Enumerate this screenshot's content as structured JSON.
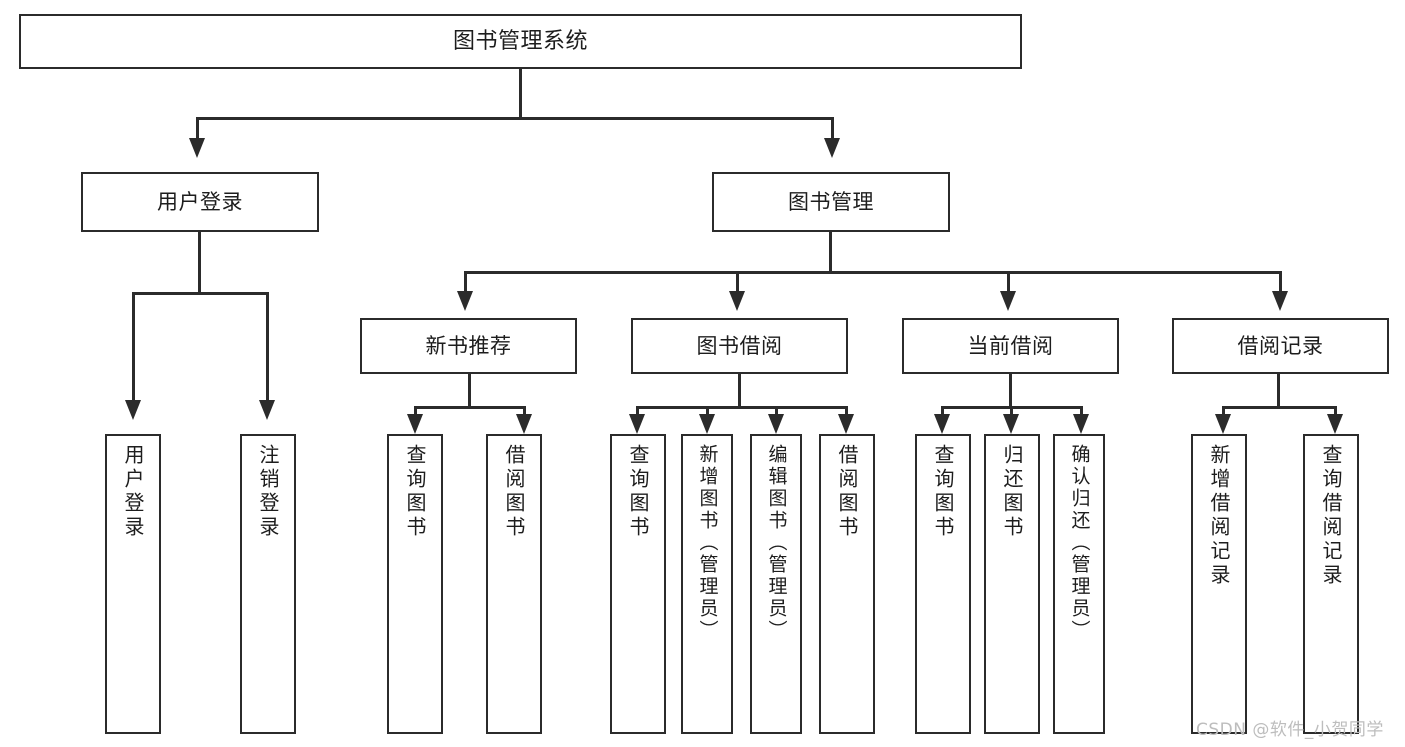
{
  "diagram": {
    "title": "图书管理系统",
    "type": "hierarchy-tree",
    "root": {
      "label": "图书管理系统"
    },
    "level2": [
      {
        "label": "用户登录"
      },
      {
        "label": "图书管理"
      }
    ],
    "level3": [
      {
        "label": "新书推荐"
      },
      {
        "label": "图书借阅"
      },
      {
        "label": "当前借阅"
      },
      {
        "label": "借阅记录"
      }
    ],
    "leaves": {
      "user_login": [
        {
          "label": "用户登录"
        },
        {
          "label": "注销登录"
        }
      ],
      "new_book_recommend": [
        {
          "label": "查询图书"
        },
        {
          "label": "借阅图书"
        }
      ],
      "book_borrow": [
        {
          "label": "查询图书"
        },
        {
          "label": "新增图书（管理员）"
        },
        {
          "label": "编辑图书（管理员）"
        },
        {
          "label": "借阅图书"
        }
      ],
      "current_borrow": [
        {
          "label": "查询图书"
        },
        {
          "label": "归还图书"
        },
        {
          "label": "确认归还（管理员）"
        }
      ],
      "borrow_record": [
        {
          "label": "新增借阅记录"
        },
        {
          "label": "查询借阅记录"
        }
      ]
    }
  },
  "watermark": {
    "text": "CSDN @软件_小贺同学"
  },
  "colors": {
    "stroke": "#2b2b2b",
    "text": "#1d1d1d",
    "background": "#ffffff",
    "watermark": "#bdbdbd"
  }
}
